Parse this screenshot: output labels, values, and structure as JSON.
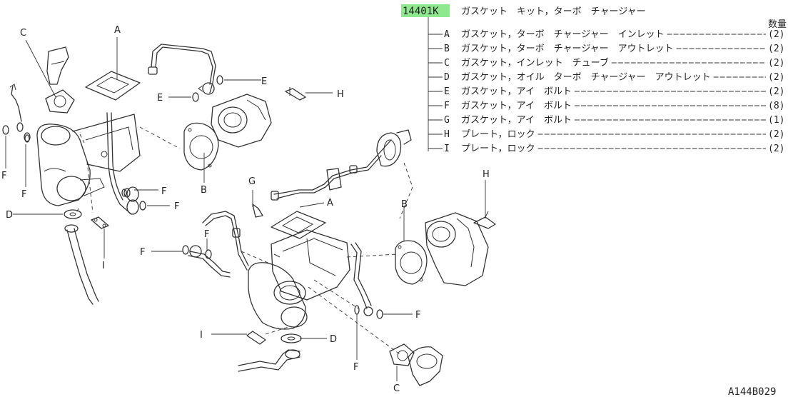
{
  "header": {
    "part_number": "14401K",
    "kit_name": "ガスケット　キット，ターボ　チャージャー",
    "qty_header": "数量",
    "highlight_color": "#8ee88e"
  },
  "parts": [
    {
      "code": "A",
      "name": "ガスケット，ターボ　チャージャー　インレット",
      "qty": "(2)"
    },
    {
      "code": "B",
      "name": "ガスケット，ターボ　チャージャー　アウトレット",
      "qty": "(2)"
    },
    {
      "code": "C",
      "name": "ガスケット，インレット　チューブ",
      "qty": "(2)"
    },
    {
      "code": "D",
      "name": "ガスケット，オイル　ターボ　チャージャー　アウトレット",
      "qty": "(2)"
    },
    {
      "code": "E",
      "name": "ガスケット，アイ　ボルト",
      "qty": "(2)"
    },
    {
      "code": "F",
      "name": "ガスケット，アイ　ボルト",
      "qty": "(8)"
    },
    {
      "code": "G",
      "name": "ガスケット，アイ　ボルト",
      "qty": "(1)"
    },
    {
      "code": "H",
      "name": "プレート，ロック",
      "qty": "(2)"
    },
    {
      "code": "I",
      "name": "プレート，ロック",
      "qty": "(2)"
    }
  ],
  "callouts": {
    "A": "A",
    "B": "B",
    "C": "C",
    "D": "D",
    "E": "E",
    "F": "F",
    "G": "G",
    "H": "H",
    "I": "I"
  },
  "drawing_id": "A144B029"
}
